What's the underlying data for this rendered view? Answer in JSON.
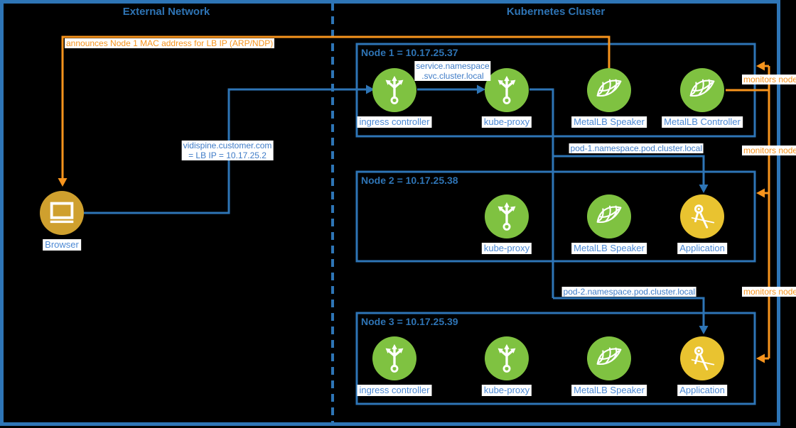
{
  "colors": {
    "background": "#000000",
    "line-blue": "#2E75B6",
    "title-blue": "#2E74B5",
    "edge-blue": "#3F7CC7",
    "icon-label-blue": "#4C89D4",
    "orange": "#F7941D",
    "green": "#7FC241",
    "yellow": "#E9C330",
    "gold": "#CFA02E",
    "label-bg": "#FFFFFF"
  },
  "headers": {
    "external": "External Network",
    "cluster": "Kubernetes Cluster"
  },
  "external": {
    "browser_label": "Browser"
  },
  "nodes": [
    {
      "title": "Node 1 = 10.17.25.37",
      "items": [
        {
          "label": "ingress controller"
        },
        {
          "label": "kube-proxy"
        },
        {
          "label": "MetalLB Speaker"
        },
        {
          "label": "MetalLB Controller"
        }
      ]
    },
    {
      "title": "Node 2 = 10.17.25.38",
      "items": [
        {
          "label": "kube-proxy"
        },
        {
          "label": "MetalLB Speaker"
        },
        {
          "label": "Application"
        }
      ]
    },
    {
      "title": "Node 3 = 10.17.25.39",
      "items": [
        {
          "label": "ingress controller"
        },
        {
          "label": "kube-proxy"
        },
        {
          "label": "MetalLB Speaker"
        },
        {
          "label": "Application"
        }
      ]
    }
  ],
  "edges": {
    "announce": "announces Node 1 MAC address for LB IP (ARP/NDP)",
    "vidispine": {
      "line1": "vidispine.customer.com",
      "line2": "= LB IP = 10.17.25.2"
    },
    "service": {
      "line1": "service.namespace",
      "line2": ".svc.cluster.local"
    },
    "pod1": "pod-1.namespace.pod.cluster.local",
    "pod2": "pod-2.namespace.pod.cluster.local",
    "monitors": [
      "monitors node",
      "monitors node",
      "monitors node"
    ]
  }
}
